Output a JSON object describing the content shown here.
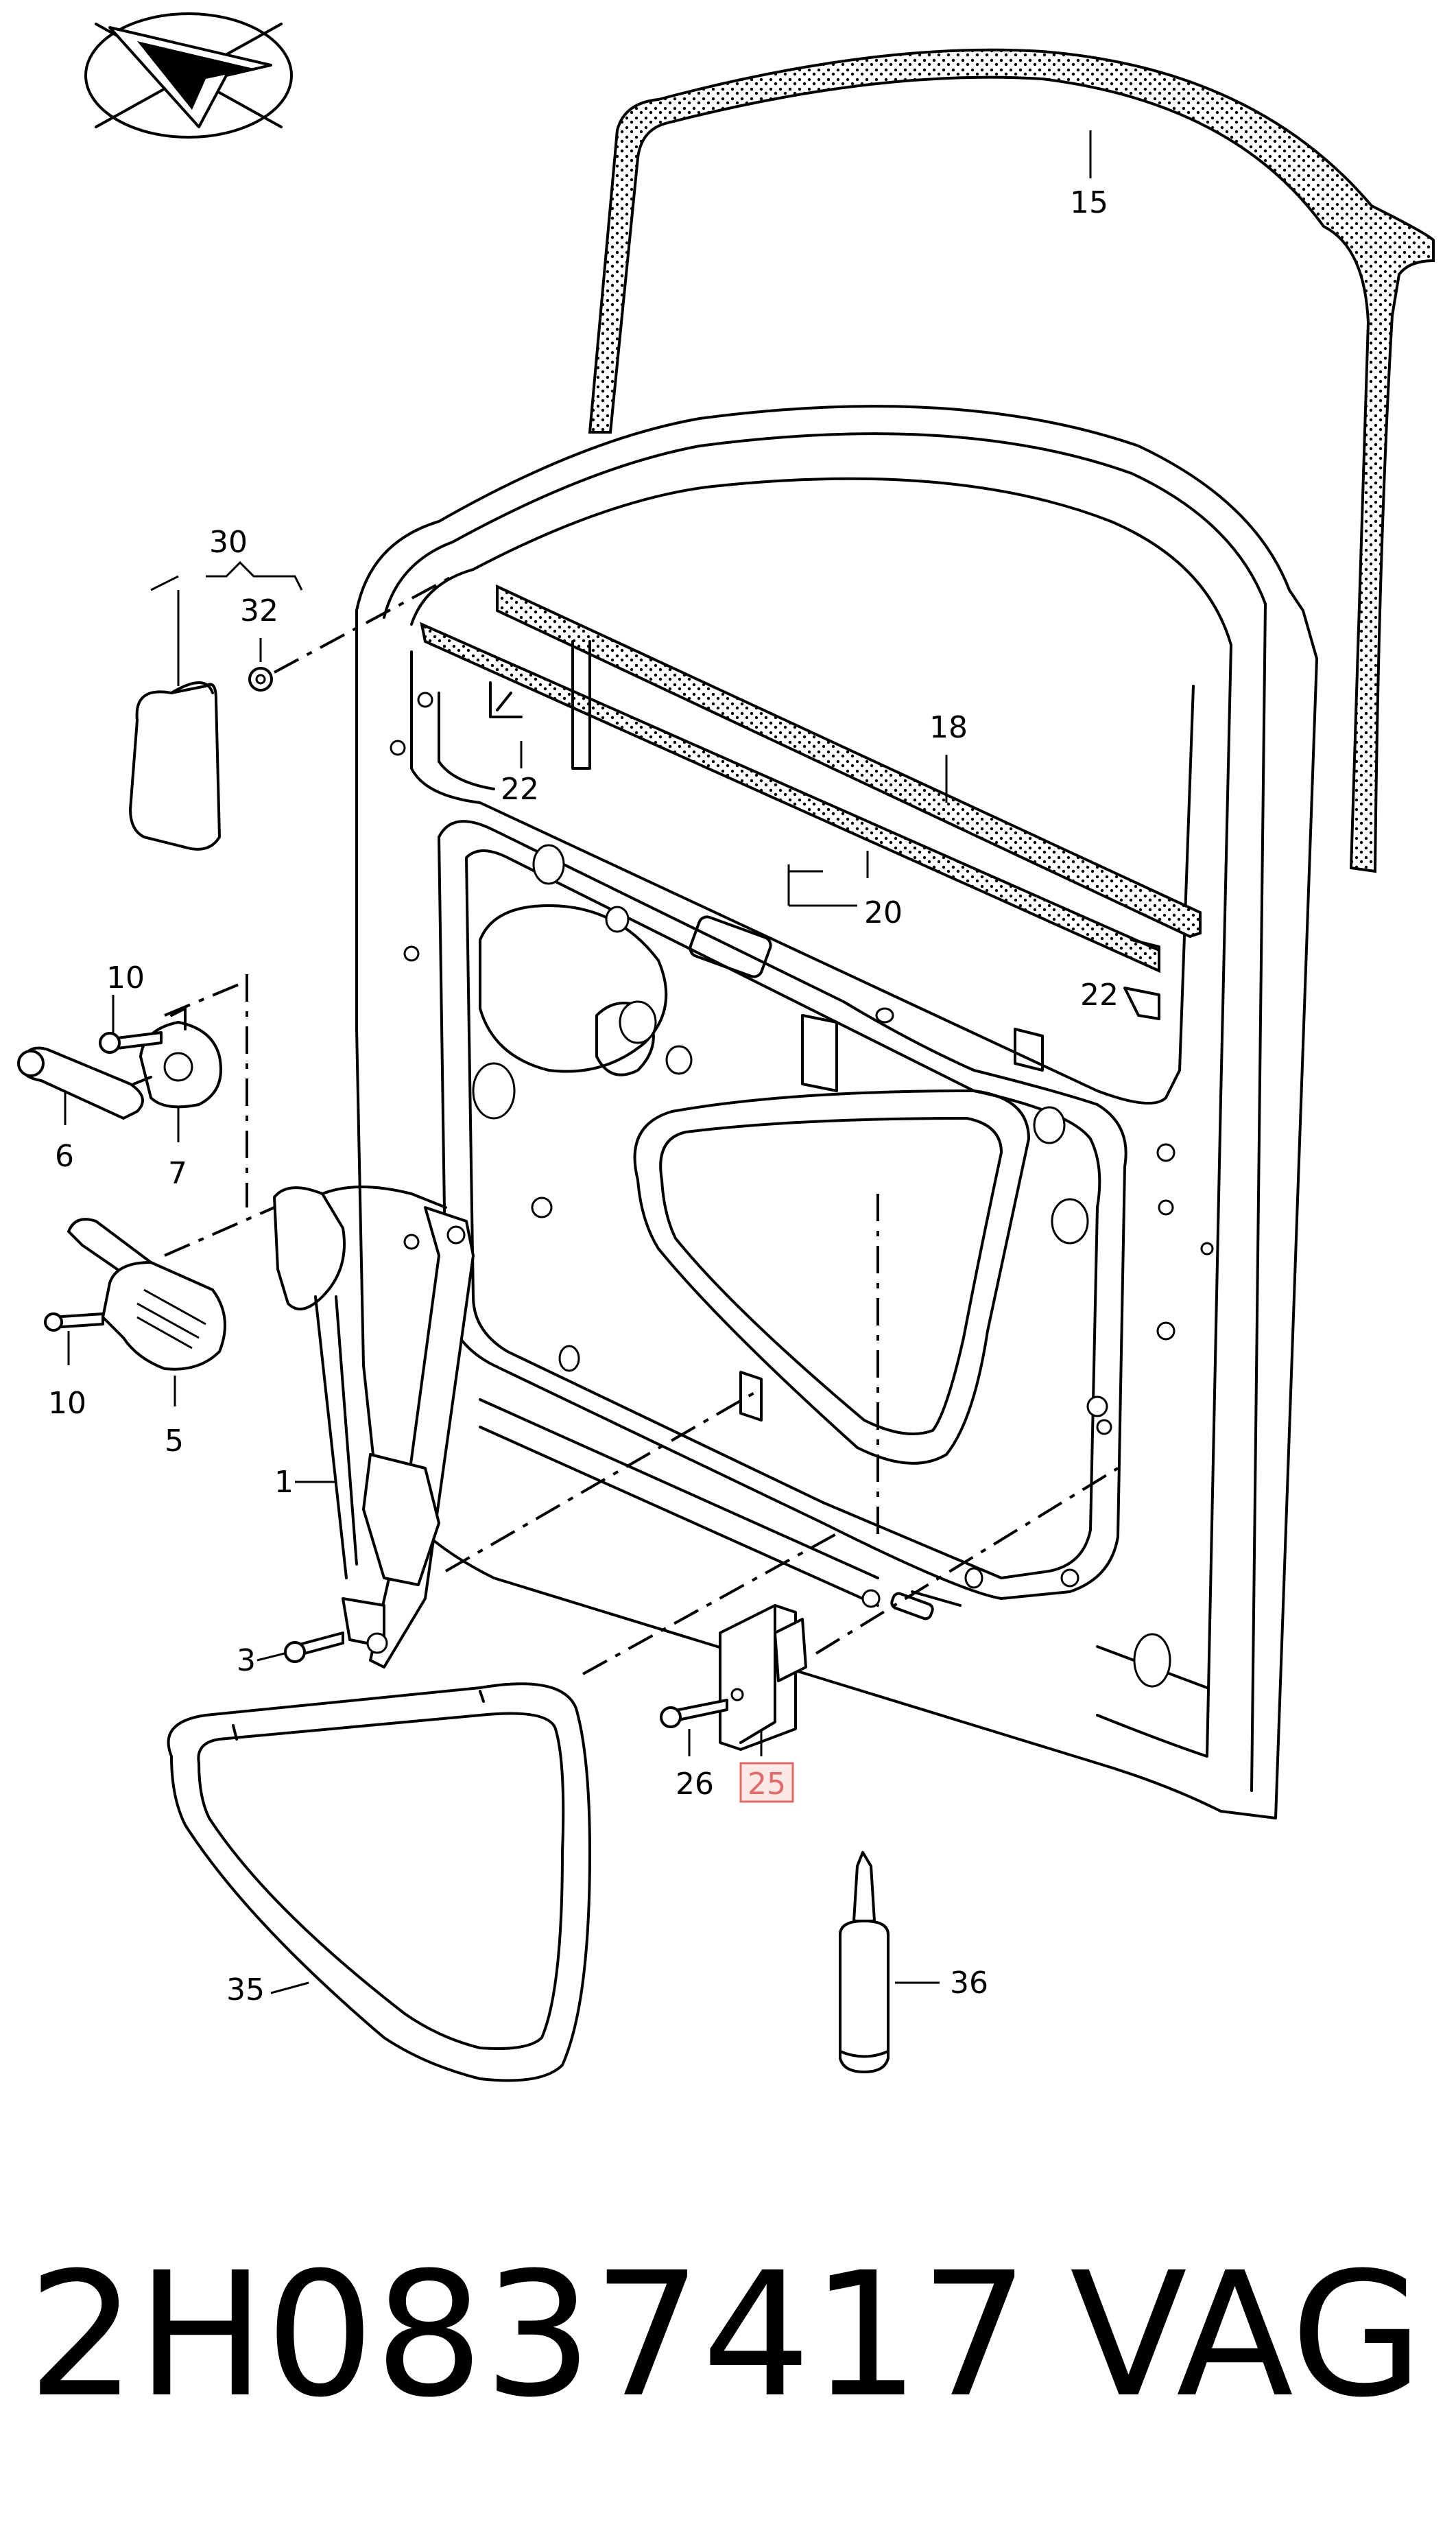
{
  "diagram": {
    "callouts": {
      "c1": "1",
      "c3": "3",
      "c5": "5",
      "c6": "6",
      "c7": "7",
      "c10a": "10",
      "c10b": "10",
      "c15": "15",
      "c18": "18",
      "c20": "20",
      "c22a": "22",
      "c22b": "22",
      "c25": "25",
      "c26": "26",
      "c30": "30",
      "c32": "32",
      "c35": "35",
      "c36": "36"
    },
    "highlight_color": "#e06a6a"
  },
  "footer": {
    "part_number": "2H0837417",
    "brand": "VAG"
  }
}
